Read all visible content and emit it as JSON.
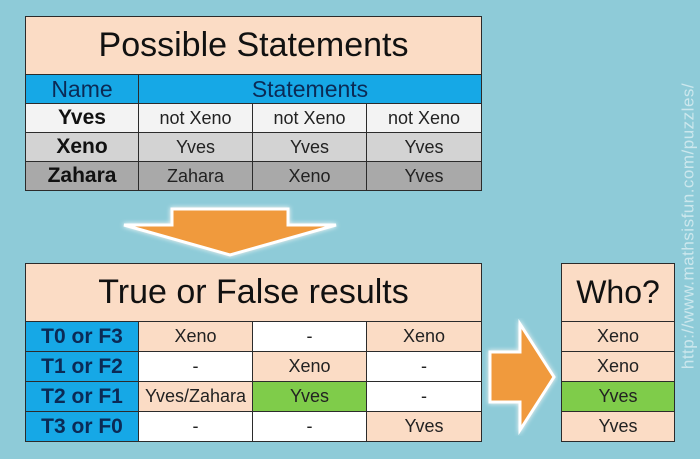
{
  "statements": {
    "title": "Possible Statements",
    "col_name": "Name",
    "col_statements": "Statements",
    "rows": [
      {
        "name": "Yves",
        "s": [
          "not Xeno",
          "not Xeno",
          "not Xeno"
        ]
      },
      {
        "name": "Xeno",
        "s": [
          "Yves",
          "Yves",
          "Yves"
        ]
      },
      {
        "name": "Zahara",
        "s": [
          "Zahara",
          "Xeno",
          "Yves"
        ]
      }
    ]
  },
  "results": {
    "title": "True or False results",
    "rows": [
      {
        "label": "T0 or F3",
        "c": [
          "Xeno",
          "-",
          "Xeno"
        ]
      },
      {
        "label": "T1 or F2",
        "c": [
          "-",
          "Xeno",
          "-"
        ]
      },
      {
        "label": "T2 or F1",
        "c": [
          "Yves/Zahara",
          "Yves",
          "-"
        ]
      },
      {
        "label": "T3 or F0",
        "c": [
          "-",
          "-",
          "Yves"
        ]
      }
    ]
  },
  "who": {
    "title": "Who?",
    "rows": [
      "Xeno",
      "Xeno",
      "Yves",
      "Yves"
    ]
  },
  "colors": {
    "background": "#8ecbd8",
    "header_blue": "#16a8e6",
    "peach": "#fbdcc5",
    "green": "#7fcc4a",
    "arrow_orange": "#f09a3e"
  },
  "watermark": "http://www.mathsisfun.com/puzzles/"
}
